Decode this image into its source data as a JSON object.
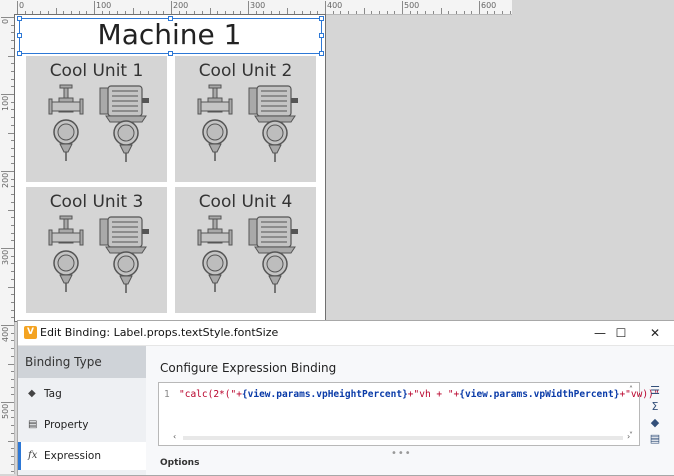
{
  "ruler": {
    "top_labels": [
      "0",
      "100",
      "200",
      "300",
      "400",
      "500",
      "600"
    ],
    "left_labels": [
      "0",
      "100",
      "200",
      "300",
      "400",
      "500"
    ]
  },
  "view": {
    "title": "Machine 1",
    "units": [
      {
        "label": "Cool Unit 1"
      },
      {
        "label": "Cool Unit 2"
      },
      {
        "label": "Cool Unit 3"
      },
      {
        "label": "Cool Unit 4"
      }
    ]
  },
  "dialog": {
    "title": "Edit Binding: Label.props.textStyle.fontSize",
    "minimize": "—",
    "maximize": "☐",
    "close": "✕",
    "sidebar": {
      "heading": "Binding Type",
      "items": [
        {
          "label": "Tag",
          "icon": "tag-icon",
          "glyph": "◆"
        },
        {
          "label": "Property",
          "icon": "property-icon",
          "glyph": "▤"
        },
        {
          "label": "Expression",
          "icon": "expression-icon",
          "glyph": "fx"
        }
      ],
      "active_index": 2
    },
    "main": {
      "heading": "Configure Expression Binding",
      "line_number": "1",
      "code": {
        "p1": "\"calc(2*(\"+",
        "p2": "{view.params.vpHeightPercent}",
        "p3": "+\"vh + \"+",
        "p4": "{view.params.vpWidthPercent}",
        "p5": "+\"vw))\""
      },
      "tools": [
        "☰",
        "Σ",
        "◆",
        "▤"
      ],
      "grip": "•••",
      "options_label": "Options"
    }
  },
  "colors": {
    "accent": "#2d78d6",
    "unit_bg": "#d5d5d5",
    "string": "#b8002a",
    "property": "#0a3ba8"
  }
}
